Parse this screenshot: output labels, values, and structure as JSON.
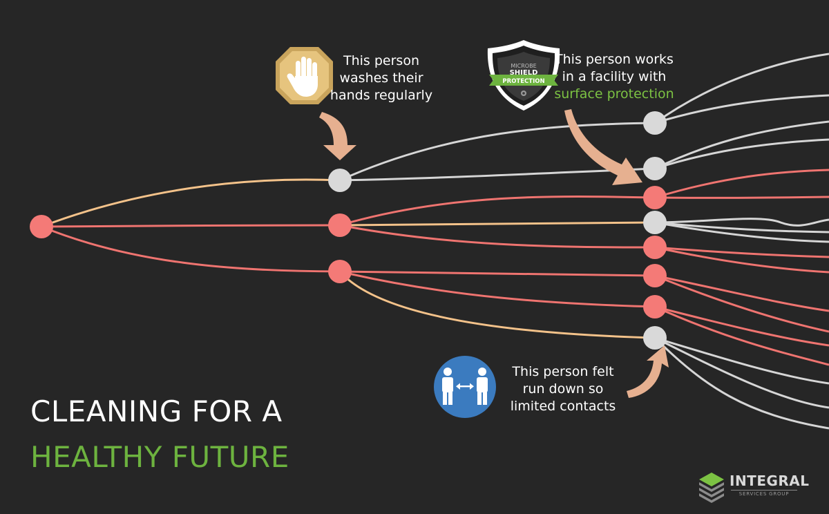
{
  "colors": {
    "background": "#262626",
    "infected": "#f47a77",
    "healthy": "#d9d9d9",
    "link_warm": "#f3c28a",
    "link_red": "#ef7470",
    "link_grey": "#d6d6d6",
    "arrow": "#e6b090",
    "accent_green": "#6db33f",
    "badge_gold": "#e6c47e",
    "distance_blue": "#3b7bbf"
  },
  "annotations": {
    "handwash": [
      "This person",
      "washes their",
      "hands regularly"
    ],
    "surface": [
      "This person works",
      "in a facility with"
    ],
    "surface_highlight": "surface protection",
    "distance": [
      "This person felt",
      "run down so",
      "limited contacts"
    ]
  },
  "shield_badge": {
    "top": "MICROBE",
    "middle": "SHIELD",
    "ribbon": "PROTECTION"
  },
  "title": {
    "line1": "CLEANING FOR A",
    "line2": "HEALTHY FUTURE"
  },
  "logo": {
    "name": "INTEGRAL",
    "sub": "SERVICES GROUP"
  },
  "icons": {
    "handwash": "stop-hand-icon",
    "shield": "shield-badge-icon",
    "distance": "social-distance-icon"
  }
}
